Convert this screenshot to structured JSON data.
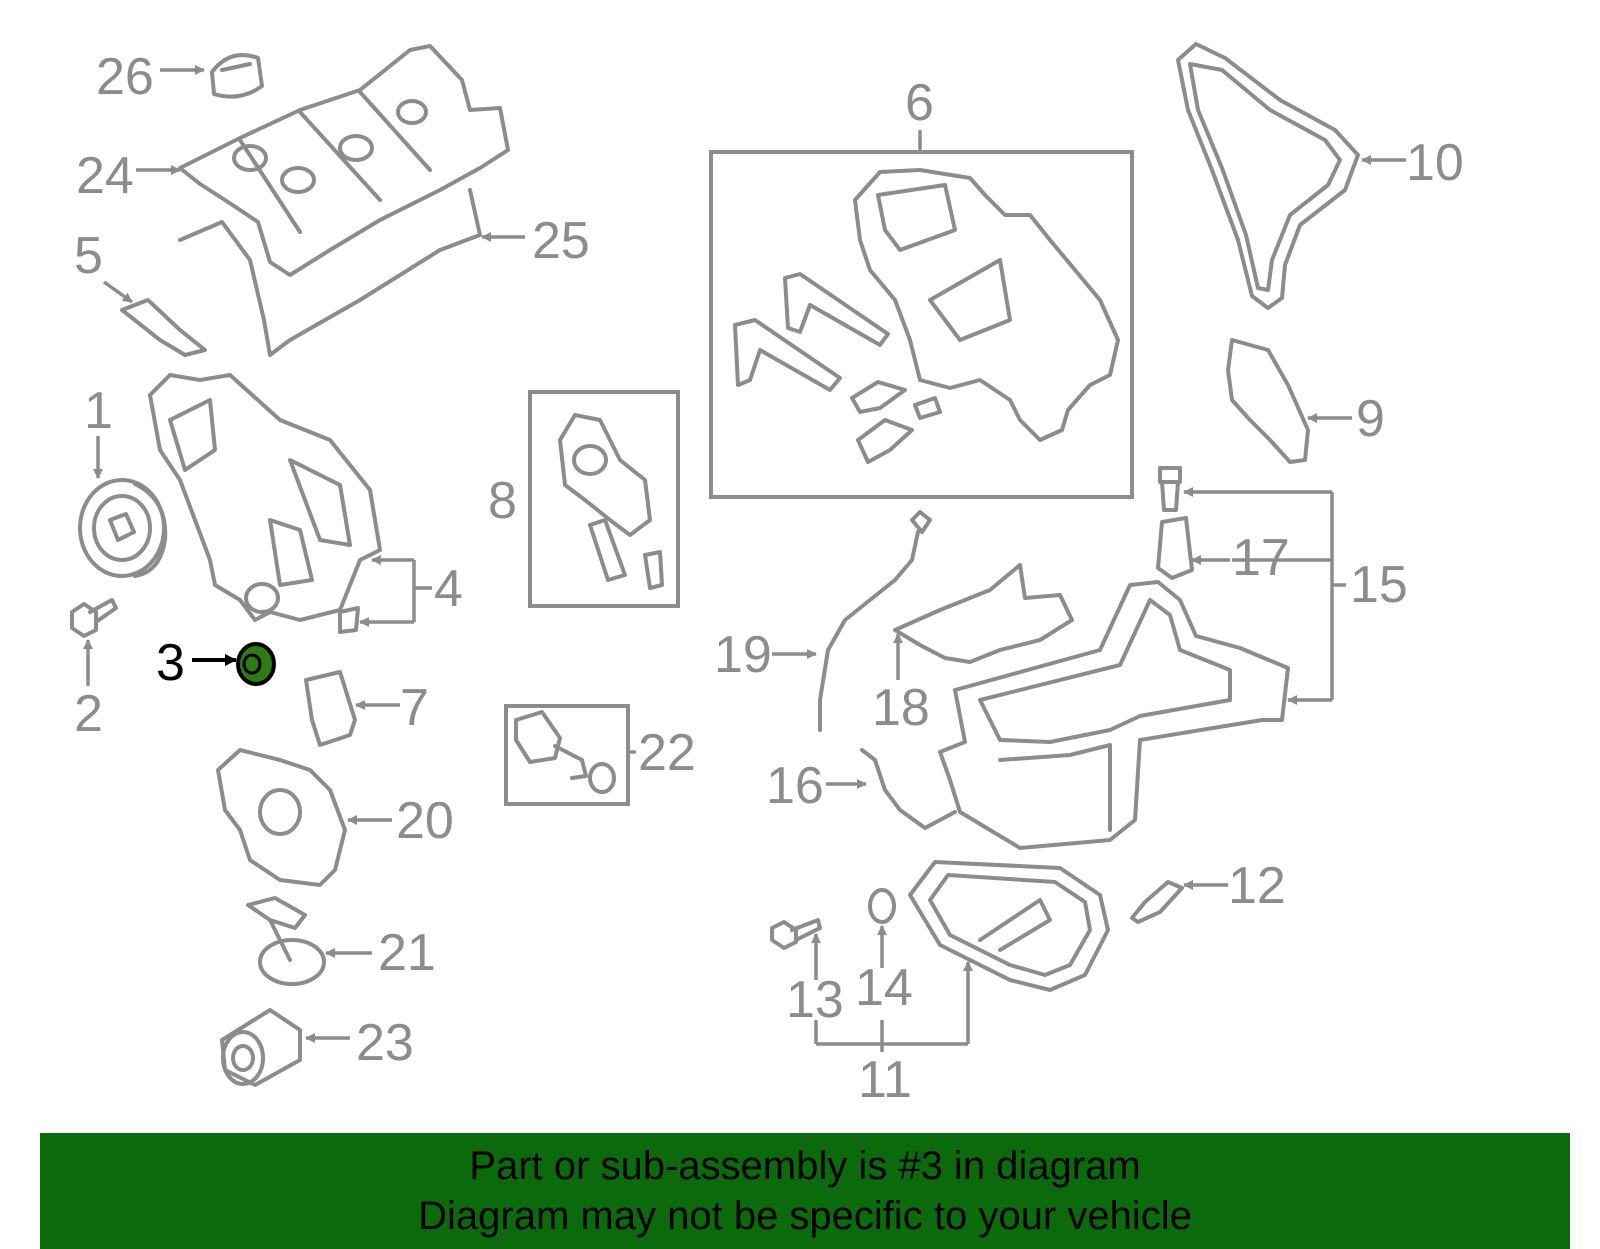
{
  "callouts": {
    "c1": "1",
    "c2": "2",
    "c3": "3",
    "c4": "4",
    "c5": "5",
    "c6": "6",
    "c7": "7",
    "c8": "8",
    "c9": "9",
    "c10": "10",
    "c11": "11",
    "c12": "12",
    "c13": "13",
    "c14": "14",
    "c15": "15",
    "c16": "16",
    "c17": "17",
    "c18": "18",
    "c19": "19",
    "c20": "20",
    "c21": "21",
    "c22": "22",
    "c23": "23",
    "c24": "24",
    "c25": "25",
    "c26": "26"
  },
  "highlight": {
    "part": "3",
    "color": "#2f7a12"
  },
  "colors": {
    "line": "#8c8c8c",
    "banner": "#0b6a0b"
  },
  "banner": {
    "line1": "Part or sub-assembly is #3 in diagram",
    "line2": "Diagram may not be specific to your vehicle"
  }
}
